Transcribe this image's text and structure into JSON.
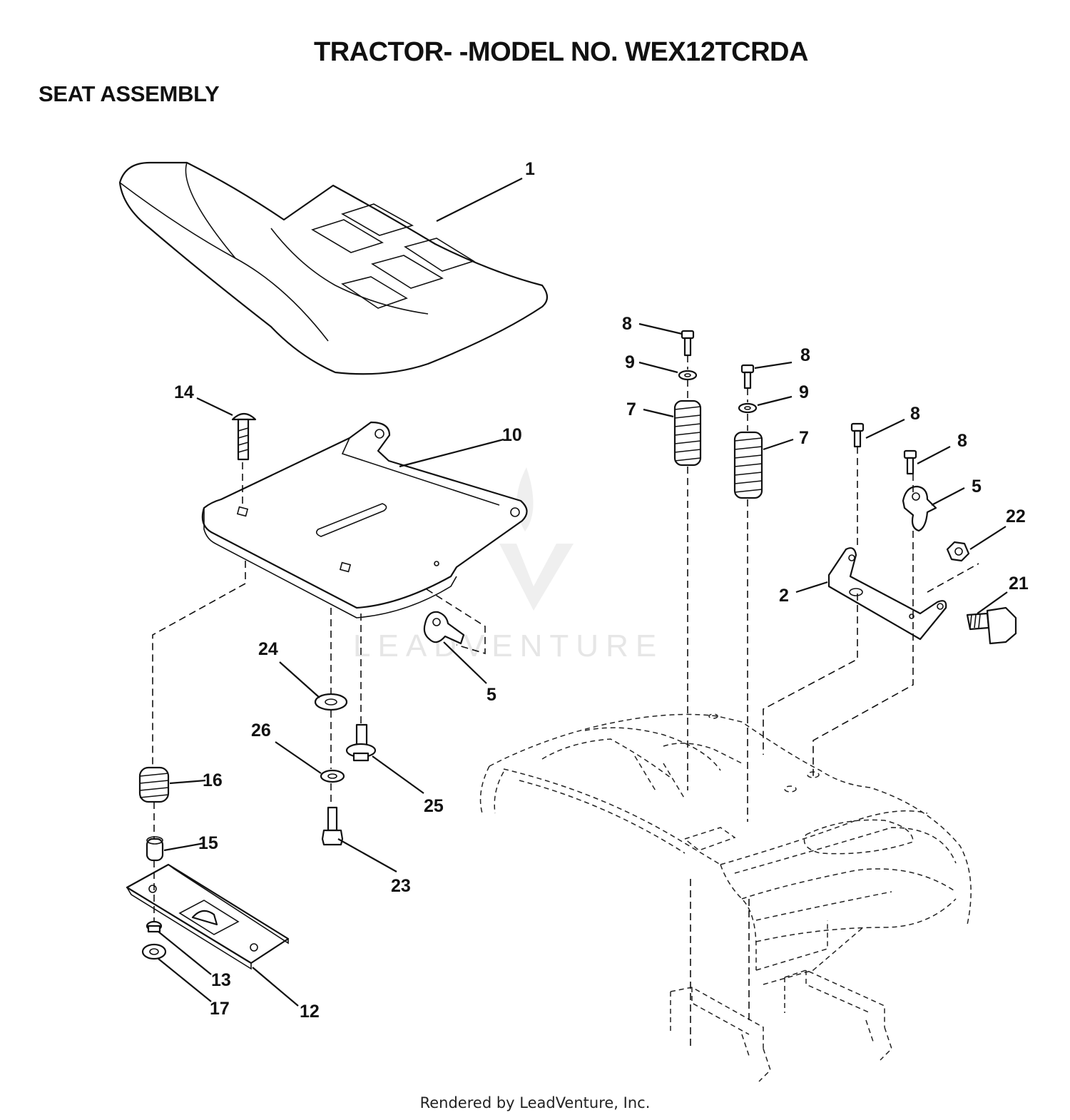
{
  "header": {
    "title": "TRACTOR- -MODEL NO. WEX12TCRDA",
    "section": "SEAT ASSEMBLY"
  },
  "watermark": {
    "text": "LEADVENTURE"
  },
  "footer": {
    "text": "Rendered by LeadVenture, Inc."
  },
  "callouts": [
    {
      "id": "c1",
      "label": "1"
    },
    {
      "id": "c2",
      "label": "2"
    },
    {
      "id": "c5a",
      "label": "5"
    },
    {
      "id": "c5b",
      "label": "5"
    },
    {
      "id": "c7a",
      "label": "7"
    },
    {
      "id": "c7b",
      "label": "7"
    },
    {
      "id": "c8a",
      "label": "8"
    },
    {
      "id": "c8b",
      "label": "8"
    },
    {
      "id": "c8c",
      "label": "8"
    },
    {
      "id": "c8d",
      "label": "8"
    },
    {
      "id": "c9a",
      "label": "9"
    },
    {
      "id": "c9b",
      "label": "9"
    },
    {
      "id": "c10",
      "label": "10"
    },
    {
      "id": "c12",
      "label": "12"
    },
    {
      "id": "c13",
      "label": "13"
    },
    {
      "id": "c14",
      "label": "14"
    },
    {
      "id": "c15",
      "label": "15"
    },
    {
      "id": "c16",
      "label": "16"
    },
    {
      "id": "c17",
      "label": "17"
    },
    {
      "id": "c21",
      "label": "21"
    },
    {
      "id": "c22",
      "label": "22"
    },
    {
      "id": "c23",
      "label": "23"
    },
    {
      "id": "c24",
      "label": "24"
    },
    {
      "id": "c25",
      "label": "25"
    },
    {
      "id": "c26",
      "label": "26"
    }
  ]
}
